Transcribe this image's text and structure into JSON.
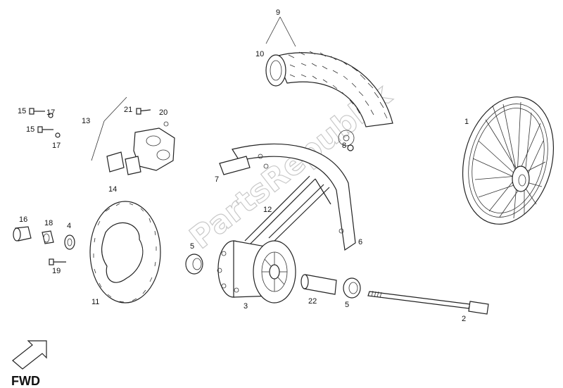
{
  "labels": {
    "p1": "1",
    "p2": "2",
    "p3": "3",
    "p4": "4",
    "p5a": "5",
    "p5b": "5",
    "p6": "6",
    "p7": "7",
    "p8": "8",
    "p9": "9",
    "p10": "10",
    "p11": "11",
    "p12": "12",
    "p13": "13",
    "p14": "14",
    "p15a": "15",
    "p15b": "15",
    "p16": "16",
    "p17a": "17",
    "p17b": "17",
    "p18": "18",
    "p19": "19",
    "p20": "20",
    "p21": "21",
    "p22": "22"
  },
  "watermark": "PartsRepublik",
  "direction_label": "FWD"
}
